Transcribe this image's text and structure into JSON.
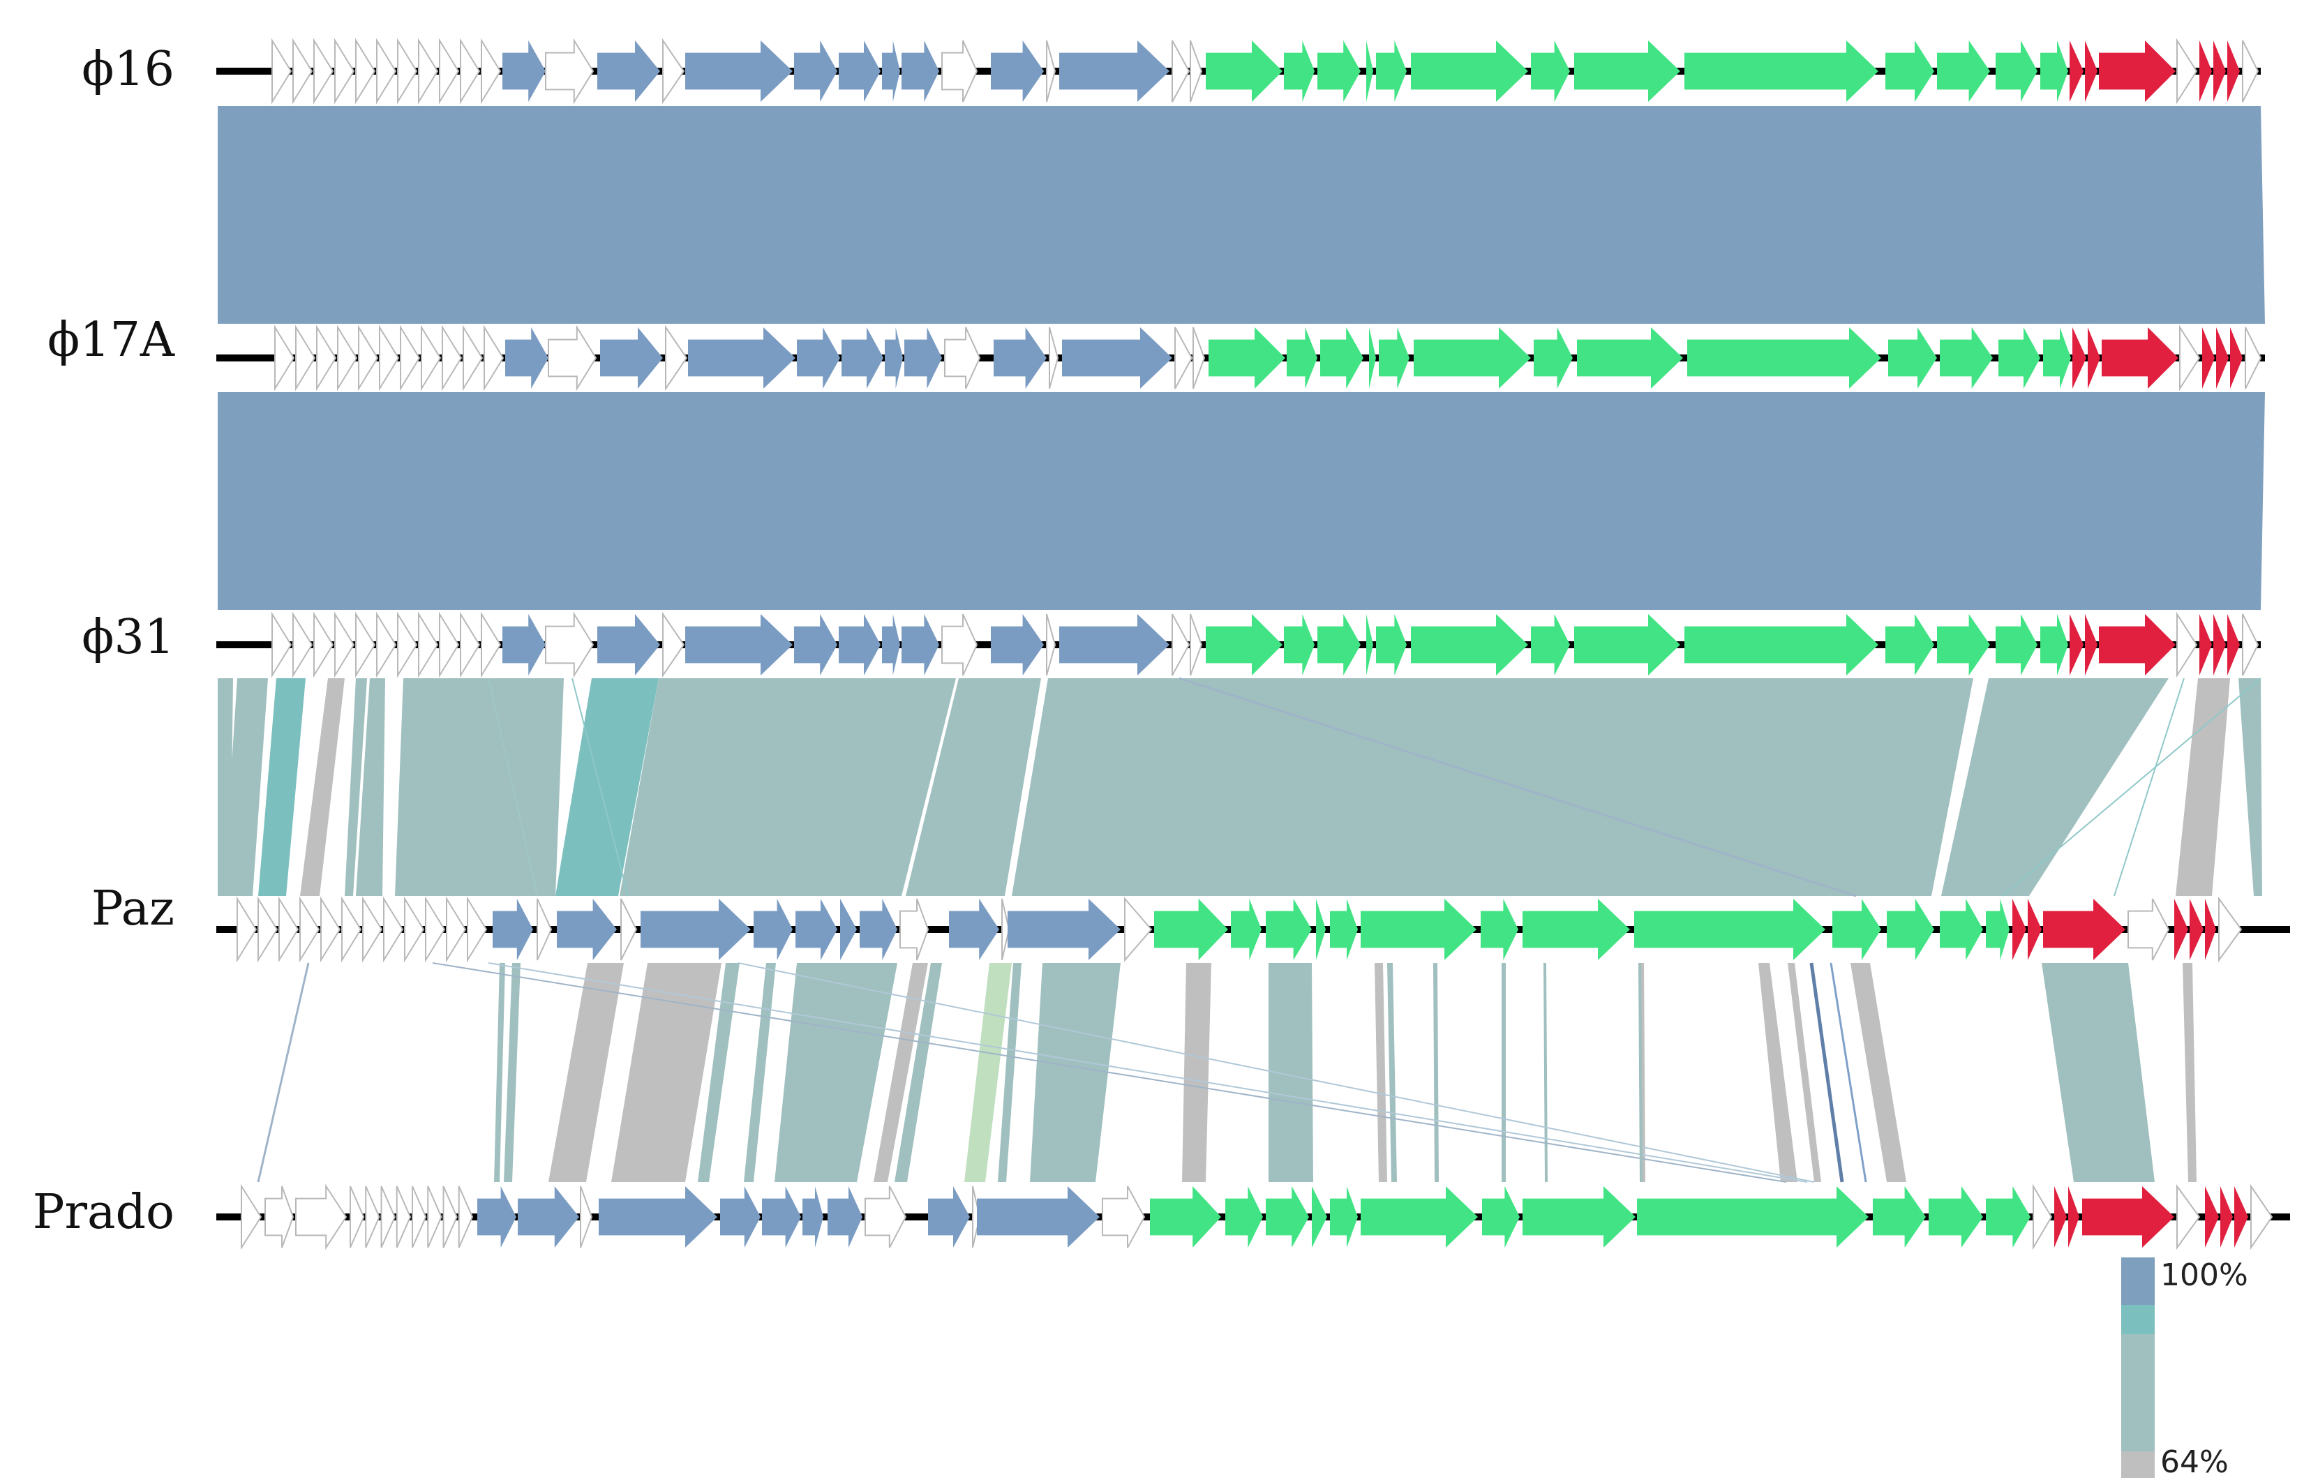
{
  "genomes": [
    {
      "name": "ϕ16"
    },
    {
      "name": "ϕ17A"
    },
    {
      "name": "ϕ31"
    },
    {
      "name": "Paz"
    },
    {
      "name": "Prado"
    }
  ],
  "legend": {
    "max_label": "100%",
    "min_label": "64%",
    "scale_colors": [
      "#7f9fbf",
      "#7bbfbf",
      "#a0bfbf",
      "#bfbfbf"
    ]
  },
  "gene_colors": {
    "blue": "#7b9cc2",
    "green": "#42e384",
    "red": "#e0203e",
    "unassigned": "#ffffff"
  },
  "similarity_colors": {
    "identical": "#7f9fbf",
    "high": "#7bbfbf",
    "medium": "#a0bfbf",
    "light_green": "#bfdfbf",
    "low": "#bfbfbf"
  }
}
